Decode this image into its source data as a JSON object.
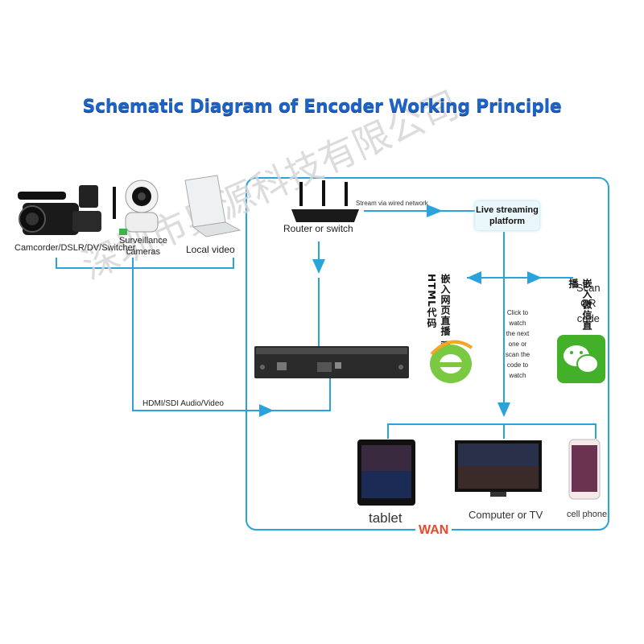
{
  "title": "Schematic Diagram of Encoder Working Principle",
  "watermark": "深圳市奥源科技有限公司",
  "sources": {
    "camcorder_label": "Camcorder/DSLR/DV/Switcher",
    "surveillance_label_line1": "Surveillance",
    "surveillance_label_line2": "cameras",
    "local_video_label": "Local video"
  },
  "connection_label": "HDMI/SDI Audio/Video",
  "router_label": "Router or switch",
  "stream_label": "Stream via wired network",
  "platform": {
    "line1": "Live streaming",
    "line2": "platform"
  },
  "embed_html_text": "嵌入网页直播 观看HTML代码",
  "embed_wechat_text": "嵌入微信直播",
  "scan_qr": [
    "Scan",
    "QR",
    "code"
  ],
  "click_text": [
    "Click to",
    "watch",
    "the next",
    "one or",
    "scan the",
    "code to",
    "watch"
  ],
  "devices": {
    "tablet": "tablet",
    "computer": "Computer or TV",
    "phone": "cell phone"
  },
  "wan_label": "WAN",
  "colors": {
    "line": "#2aa3dc",
    "title": "#1e64c8",
    "wan": "#e8492e"
  },
  "icons": [
    "camcorder-icon",
    "surveillance-camera-icon",
    "laptop-icon",
    "router-icon",
    "encoder-icon",
    "ie-browser-icon",
    "wechat-icon",
    "tablet-icon",
    "tv-icon",
    "phone-icon"
  ]
}
